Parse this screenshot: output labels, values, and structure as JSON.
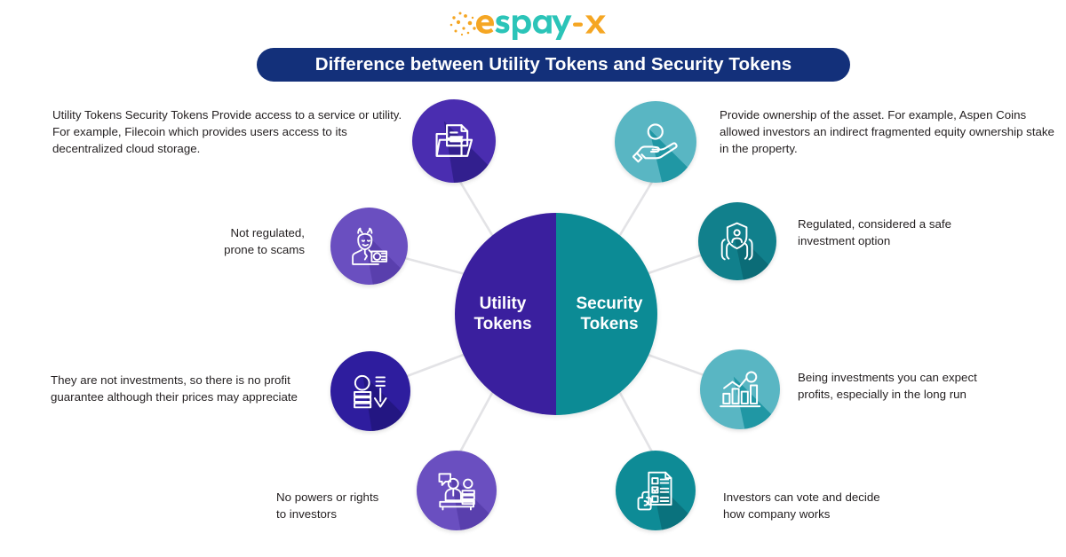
{
  "brand": {
    "logo_text": "espay-X",
    "logo_part_e": "e",
    "logo_part_spay": "spay",
    "logo_part_dashx": "-X",
    "logo_orange": "#F5A623",
    "logo_teal": "#2BC4B8"
  },
  "header": {
    "title": "Difference between Utility Tokens and Security Tokens",
    "banner_color": "#13307A",
    "title_color": "#FFFFFF"
  },
  "center": {
    "left_label": "Utility\nTokens",
    "right_label": "Security\nTokens",
    "left_color": "#3A1F9E",
    "right_color": "#0C8B95"
  },
  "colors": {
    "purple_deep": "#2E1D9E",
    "purple_mid": "#4A2DB0",
    "purple_light": "#6A4FC0",
    "teal_dark": "#11808C",
    "teal_mid": "#0E8B96",
    "teal_light": "#59B6C3",
    "connector_line": "#E3E3E6",
    "text": "#231F20",
    "background": "#FFFFFF"
  },
  "utility_side": {
    "title": "Utility Tokens",
    "items": [
      {
        "id": "utility-access",
        "icon": "folder-documents-icon",
        "text": "Utility Tokens Security Tokens Provide access to a service or utility. For example, Filecoin which provides users access to its decentralized cloud storage.",
        "bubble_color": "#4A2DB0"
      },
      {
        "id": "utility-not-regulated",
        "icon": "devil-scammer-money-icon",
        "text": "Not regulated,\nprone to scams",
        "bubble_color": "#6A4FC0"
      },
      {
        "id": "utility-no-profit",
        "icon": "coins-down-arrow-icon",
        "text": "They are not investments, so there is no profit guarantee although their prices may appreciate",
        "bubble_color": "#2E1D9E"
      },
      {
        "id": "utility-no-rights",
        "icon": "speaker-podium-icon",
        "text": "No powers or rights\nto investors",
        "bubble_color": "#6A4FC0"
      }
    ]
  },
  "security_side": {
    "title": "Security Tokens",
    "items": [
      {
        "id": "security-ownership",
        "icon": "hand-holding-asset-icon",
        "text": "Provide ownership of the asset. For example, Aspen Coins allowed investors an indirect fragmented equity ownership stake in the property.",
        "bubble_color": "#59B6C3"
      },
      {
        "id": "security-regulated",
        "icon": "shield-protected-hands-icon",
        "text": "Regulated, considered a safe\ninvestment option",
        "bubble_color": "#11808C"
      },
      {
        "id": "security-profits",
        "icon": "growth-bar-chart-icon",
        "text": "Being investments you can expect\nprofits, especially in the long run",
        "bubble_color": "#59B6C3"
      },
      {
        "id": "security-voting",
        "icon": "hand-ballot-checklist-icon",
        "text": "Investors can vote and decide\nhow company works",
        "bubble_color": "#0E8B96"
      }
    ]
  }
}
